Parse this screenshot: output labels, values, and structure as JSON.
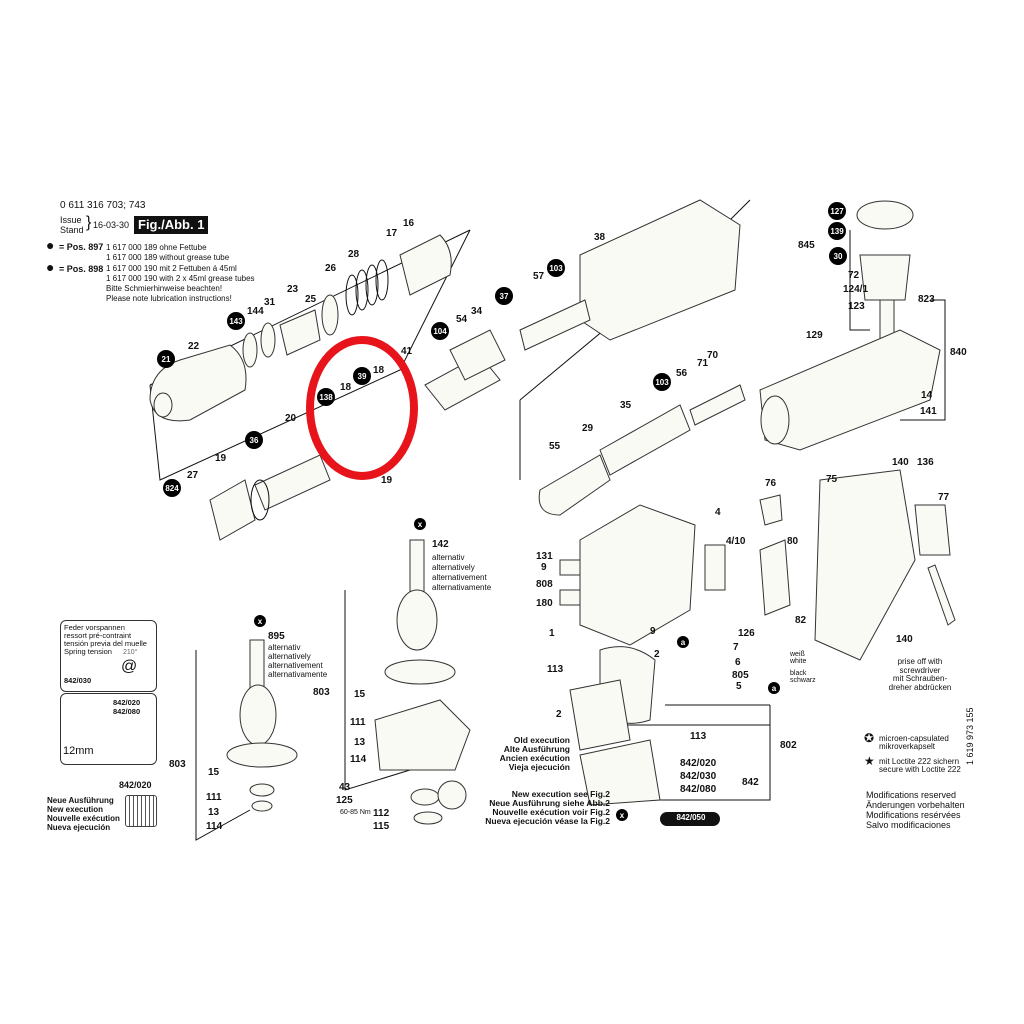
{
  "header": {
    "model": "0 611 316 703; 743",
    "issue_label": "Issue",
    "stand_label": "Stand",
    "date": "16-03-30",
    "figure": "Fig./Abb. 1"
  },
  "grease_notes": [
    {
      "pos": "= Pos. 897",
      "line1": "1 617 000 189 ohne Fettube",
      "line2": "1 617 000 189 without grease tube"
    },
    {
      "pos": "= Pos. 898",
      "line1": "1 617 000 190 mit 2 Fettuben á 45ml",
      "line2": "1 617 000 190 with 2 x 45ml grease tubes"
    }
  ],
  "lubrication_note": [
    "Bitte Schmierhinweise beachten!",
    "Please note lubrication instructions!"
  ],
  "callouts": [
    "16",
    "17",
    "28",
    "26",
    "23",
    "25",
    "31",
    "144",
    "143",
    "22",
    "21",
    "41",
    "18",
    "39",
    "18",
    "138",
    "20",
    "36",
    "19",
    "27",
    "824",
    "19",
    "38",
    "103",
    "57",
    "37",
    "54",
    "34",
    "104",
    "71",
    "70",
    "56",
    "103",
    "35",
    "29",
    "55",
    "127",
    "845",
    "139",
    "30",
    "72",
    "124/1",
    "123",
    "823",
    "129",
    "840",
    "14",
    "141",
    "140",
    "136",
    "75",
    "77",
    "140",
    "76",
    "4",
    "4/10",
    "80",
    "131",
    "9",
    "808",
    "180",
    "1",
    "9",
    "82",
    "126",
    "7",
    "6",
    "805",
    "5",
    "113",
    "2",
    "2",
    "113",
    "802",
    "842",
    "142",
    "803",
    "15",
    "111",
    "13",
    "114",
    "43",
    "125",
    "112",
    "115",
    "895",
    "803",
    "15",
    "111",
    "13",
    "114"
  ],
  "circled_markers": [
    "a",
    "a",
    "x",
    "x",
    "x"
  ],
  "alternative_note": [
    "alternativ",
    "alternatively",
    "alternativement",
    "alternativamente"
  ],
  "torque": "60-85 Nm",
  "wire_colors": {
    "white": [
      "weiß",
      "white"
    ],
    "black": [
      "black",
      "schwarz"
    ]
  },
  "spring_box": {
    "lines": [
      "Feder vorspannen",
      "ressort pré-contraint",
      "tensión previa del muelle",
      "Spring tension"
    ],
    "angle": "210°",
    "part": "842/030"
  },
  "screw_box": {
    "parts": [
      "842/020",
      "842/080"
    ],
    "dimension": "12mm"
  },
  "new_execution_left": {
    "part": "842/020",
    "lines": [
      "Neue Ausführung",
      "New execution",
      "Nouvelle exécution",
      "Nueva ejecución"
    ]
  },
  "old_execution": [
    "Old execution",
    "Alte Ausführung",
    "Ancien exécution",
    "Vieja ejecución"
  ],
  "new_execution_fig2": [
    "New execution see Fig.2",
    "Neue Ausführung siehe Abb.2",
    "Nouvelle exécution voir Fig.2",
    "Nueva ejecución véase la Fig.2"
  ],
  "brush_parts": [
    "842/020",
    "842/030",
    "842/080",
    "842/050"
  ],
  "prise_note": [
    "prise off with",
    "screwdriver",
    "mit Schrauben-",
    "dreher abdrücken"
  ],
  "legend": {
    "microencapsulated": [
      "microen-capsulated",
      "mikroverkapselt"
    ],
    "loctite": [
      "mit Loctite 222 sichern",
      "secure with Loctite 222"
    ]
  },
  "doc_number": "1 619 973 155",
  "modifications": [
    "Modifications reserved",
    "Änderungen vorbehalten",
    "Modifications resérvées",
    "Salvo modificaciones"
  ],
  "colors": {
    "highlight": "#e8141b",
    "ink": "#111111",
    "part_fill": "#fafaf5"
  }
}
